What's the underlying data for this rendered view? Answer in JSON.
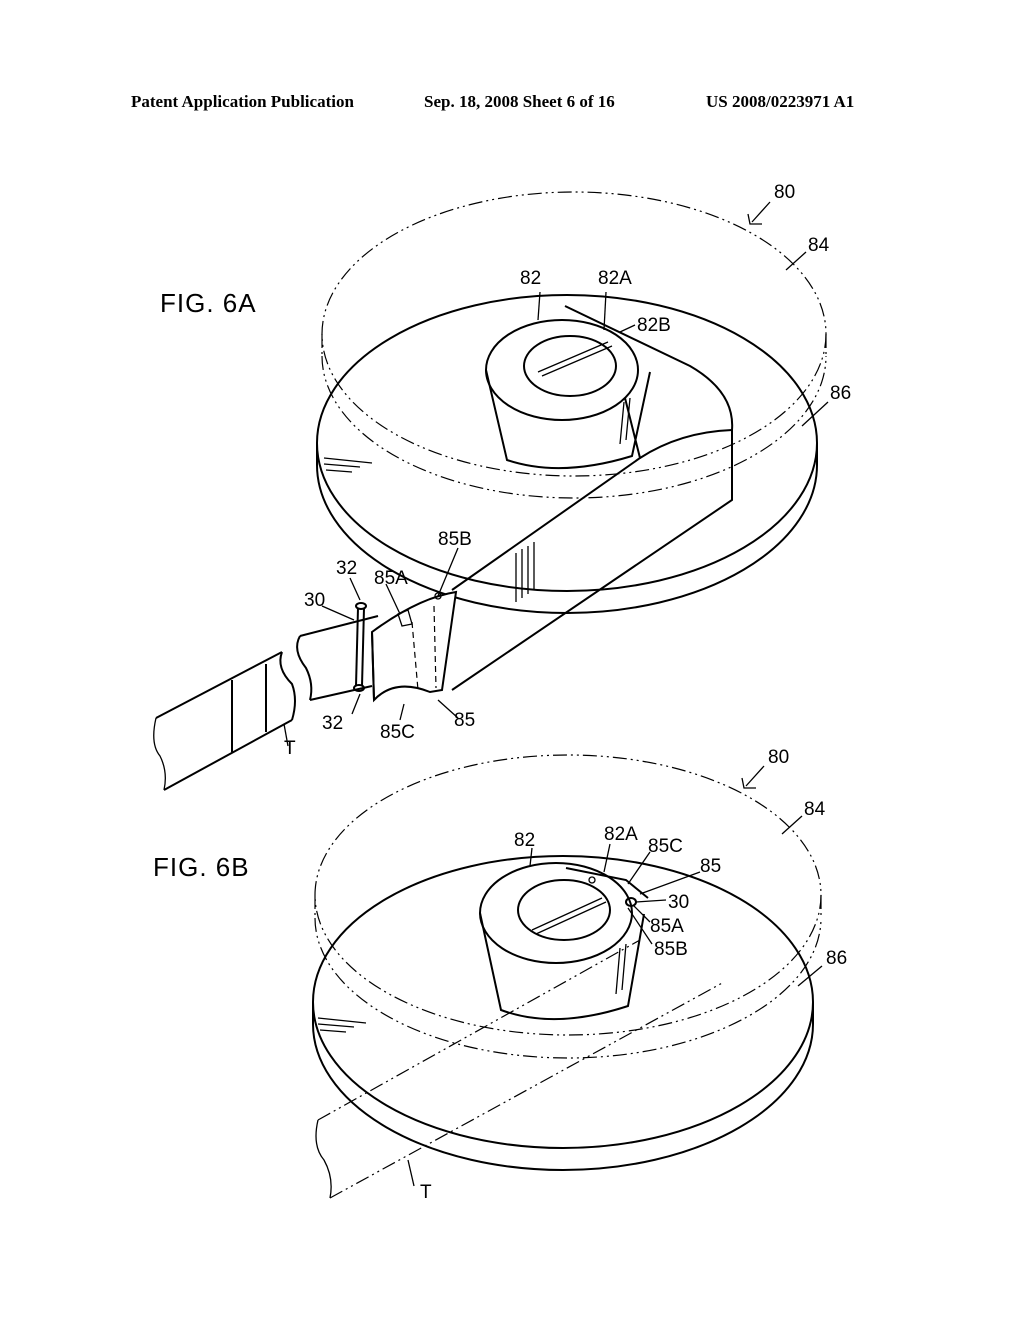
{
  "header": {
    "publication": "Patent Application Publication",
    "date_sheet": "Sep. 18, 2008   Sheet 6 of 16",
    "number": "US 2008/0223971 A1"
  },
  "fig6a": {
    "title": "FIG. 6A",
    "labels": {
      "l80": "80",
      "l84": "84",
      "l82": "82",
      "l82a": "82A",
      "l82b": "82B",
      "l86": "86",
      "l85b": "85B",
      "l32top": "32",
      "l85a": "85A",
      "l30": "30",
      "l32bot": "32",
      "l85c": "85C",
      "l85": "85",
      "lT": "T"
    }
  },
  "fig6b": {
    "title": "FIG. 6B",
    "labels": {
      "l80": "80",
      "l84": "84",
      "l82": "82",
      "l82a": "82A",
      "l85c": "85C",
      "l85": "85",
      "l30": "30",
      "l85a": "85A",
      "l85b": "85B",
      "l86": "86",
      "lT": "T"
    }
  }
}
